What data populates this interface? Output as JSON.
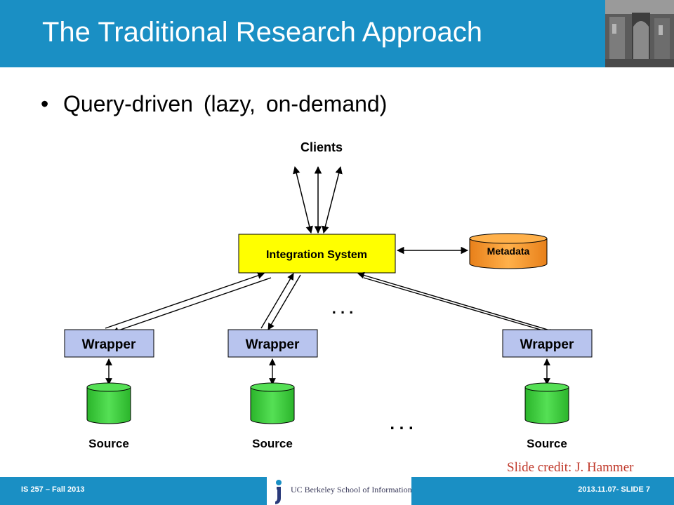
{
  "slide": {
    "title": "The Traditional Research Approach",
    "bullet": "Query-driven  (lazy,  on-demand)",
    "credit": "Slide credit: J. Hammer"
  },
  "diagram": {
    "clients_label": "Clients",
    "integration_label": "Integration System",
    "metadata_label": "Metadata",
    "wrapper_labels": [
      "Wrapper",
      "Wrapper",
      "Wrapper"
    ],
    "source_labels": [
      "Source",
      "Source",
      "Source"
    ],
    "ellipsis": ". . .",
    "colors": {
      "integration_fill": "#ffff00",
      "metadata_fill": "#f79a2c",
      "wrapper_fill": "#b8c4ee",
      "source_fill": "#3fcf3f"
    }
  },
  "footer": {
    "left": "IS 257 – Fall 2013",
    "right": "2013.11.07- SLIDE 7",
    "logo_text": "UC Berkeley School of Information",
    "logo_icon": "berkeley-ischool-logo-icon"
  }
}
